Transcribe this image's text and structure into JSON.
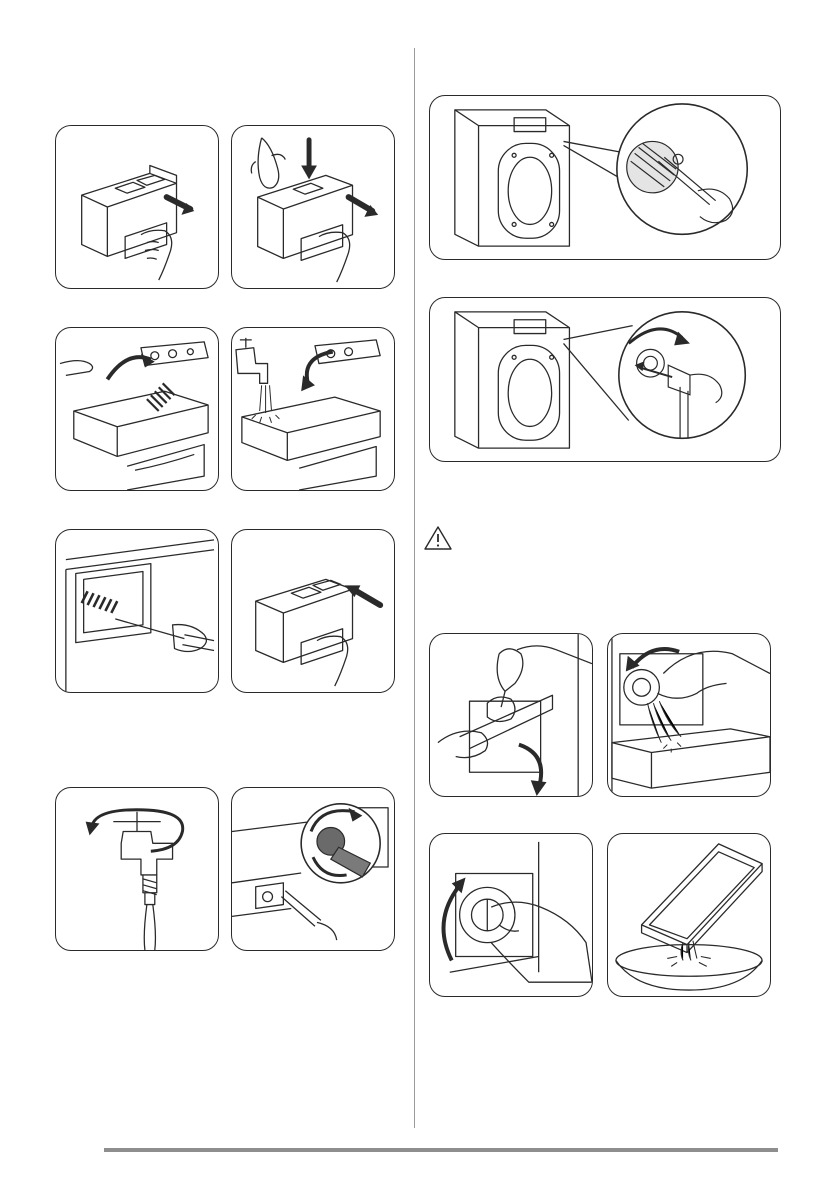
{
  "page": {
    "background": "#ffffff",
    "line_color": "#2a2a2a",
    "divider_color": "#9a9a9a",
    "footer_rule_color": "#8e8e8e"
  },
  "warning": {
    "icon": "warning-triangle-icon"
  },
  "figures": [
    {
      "id": "fig-dispenser-pull-out",
      "icon": "dispenser-drawer-pull-out-icon"
    },
    {
      "id": "fig-dispenser-press-release",
      "icon": "press-release-lever-icon"
    },
    {
      "id": "fig-remove-softener-cap",
      "icon": "remove-softener-cap-icon"
    },
    {
      "id": "fig-rinse-under-tap",
      "icon": "rinse-under-tap-icon"
    },
    {
      "id": "fig-brush-dispenser-recess",
      "icon": "brush-recess-icon"
    },
    {
      "id": "fig-dispenser-push-in",
      "icon": "dispenser-drawer-push-in-icon"
    },
    {
      "id": "fig-close-water-tap",
      "icon": "close-water-tap-icon"
    },
    {
      "id": "fig-unscrew-inlet-hose",
      "icon": "unscrew-inlet-hose-icon"
    },
    {
      "id": "fig-clean-inlet-filter",
      "icon": "clean-inlet-filter-icon"
    },
    {
      "id": "fig-refit-inlet-hose",
      "icon": "refit-inlet-hose-icon"
    },
    {
      "id": "fig-open-filter-flap",
      "icon": "open-filter-flap-icon"
    },
    {
      "id": "fig-drain-into-tray",
      "icon": "drain-into-tray-icon"
    },
    {
      "id": "fig-turn-pump-filter",
      "icon": "turn-pump-filter-icon"
    },
    {
      "id": "fig-empty-tray-into-bowl",
      "icon": "empty-tray-into-bowl-icon"
    }
  ]
}
